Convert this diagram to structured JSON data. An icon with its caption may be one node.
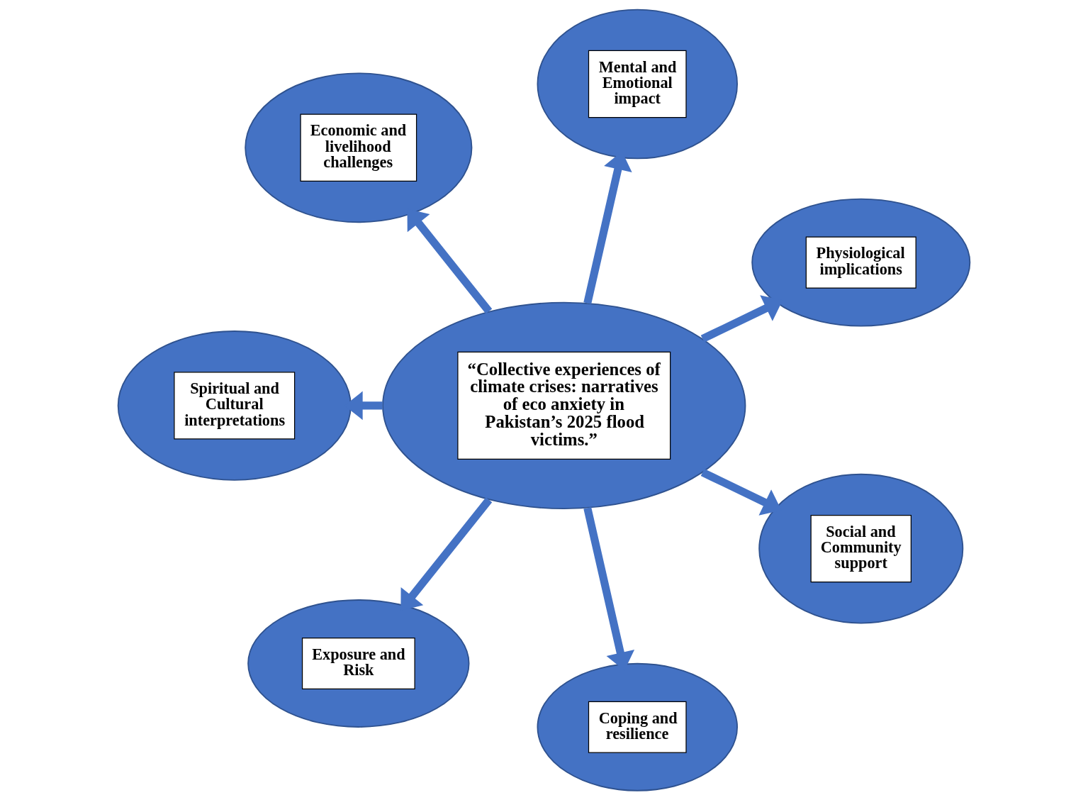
{
  "diagram": {
    "nodes": [
      {
        "text": [
          "“Collective experiences of climate crises: narratives of eco anxiety in Pakistan’s 2025 flood victims.”"
        ]
      },
      {
        "text": [
          "Physiological implications"
        ]
      },
      {
        "text": [
          "Mental and Emotional impact"
        ]
      },
      {
        "text": [
          "Economic and livelihood challenges"
        ]
      },
      {
        "text": [
          "Spiritual and Cultural interpretations"
        ]
      },
      {
        "text": [
          "Exposure and Risk"
        ]
      },
      {
        "text": [
          "Coping and resilience"
        ]
      },
      {
        "text": [
          "Social and Community support"
        ]
      }
    ],
    "edges": [
      {
        "from": 0,
        "to": 1,
        "arrow": "to"
      },
      {
        "from": 0,
        "to": 2,
        "arrow": "to"
      },
      {
        "from": 0,
        "to": 3,
        "arrow": "to"
      },
      {
        "from": 0,
        "to": 4,
        "arrow": "to"
      },
      {
        "from": 0,
        "to": 5,
        "arrow": "to"
      },
      {
        "from": 0,
        "to": 6,
        "arrow": "to"
      },
      {
        "from": 0,
        "to": 7,
        "arrow": "to"
      }
    ]
  }
}
